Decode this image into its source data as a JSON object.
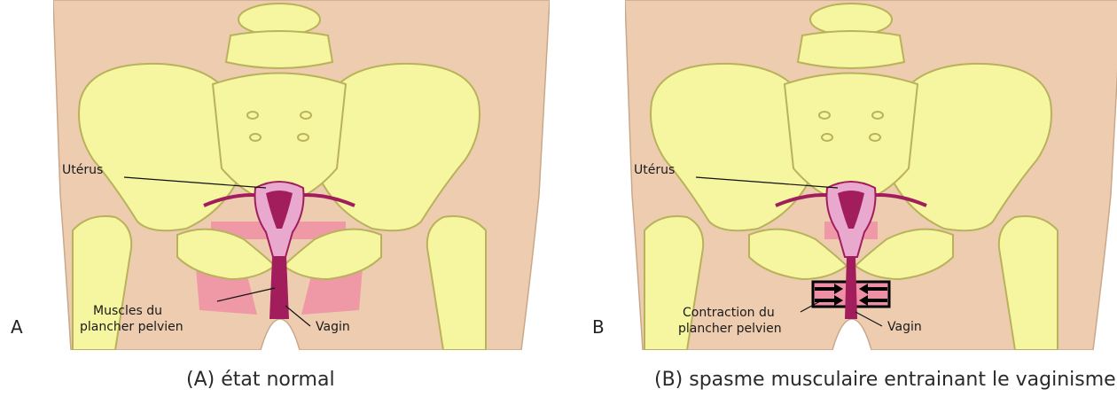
{
  "panel_a": {
    "letter": "A",
    "labels": {
      "uterus": "Utérus",
      "muscles_line1": "Muscles du",
      "muscles_line2": "plancher pelvien",
      "vagina": "Vagin"
    },
    "caption": "(A) état normal"
  },
  "panel_b": {
    "letter": "B",
    "labels": {
      "uterus": "Utérus",
      "contraction_line1": "Contraction du",
      "contraction_line2": "plancher pelvien",
      "vagina": "Vagin"
    },
    "caption": "(B) spasme musculaire entrainant le vaginisme"
  },
  "colors": {
    "skin": "#eeccb0",
    "bone": "#f6f5a0",
    "bone_outline": "#b8b25a",
    "muscle": "#ee8fa6",
    "uterus": "#a21d5c",
    "uterus_light": "#e9a9cf",
    "arrow": "#000000"
  }
}
